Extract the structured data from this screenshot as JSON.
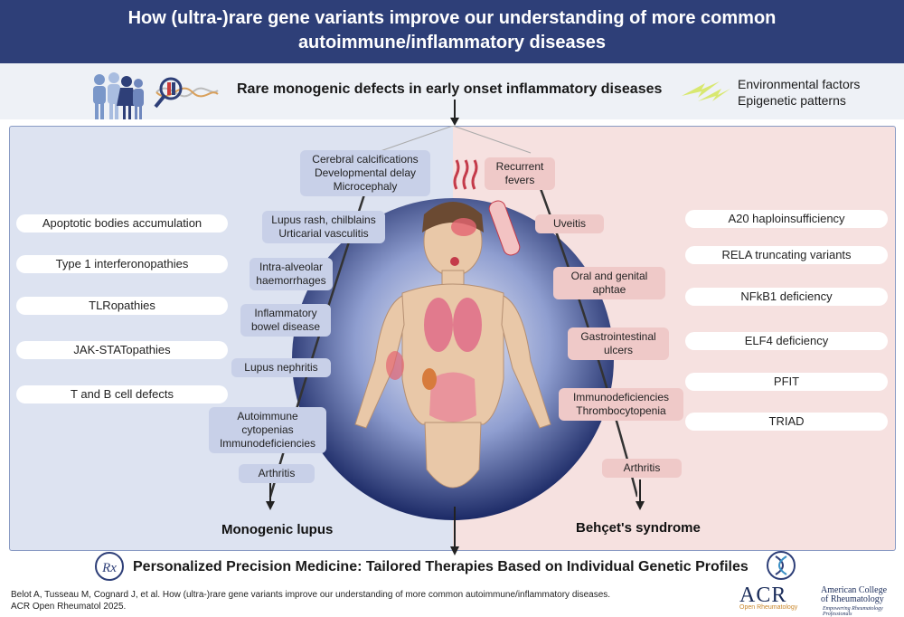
{
  "header": {
    "title_line1": "How (ultra-)rare gene variants improve our understanding of more common",
    "title_line2": "autoimmune/inflammatory diseases"
  },
  "top": {
    "title": "Rare monogenic defects in early onset inflammatory diseases",
    "env_line1": "Environmental factors",
    "env_line2": "Epigenetic patterns"
  },
  "left": {
    "mechanisms": [
      "Apoptotic bodies accumulation",
      "Type 1 interferonopathies",
      "TLRopathies",
      "JAK-STATopathies",
      "T and B cell defects"
    ],
    "manifestations": [
      [
        "Cerebral calcifications",
        "Developmental delay",
        "Microcephaly"
      ],
      [
        "Lupus rash, chilblains",
        "Urticarial vasculitis"
      ],
      [
        "Intra-alveolar",
        "haemorrhages"
      ],
      [
        "Inflammatory",
        "bowel disease"
      ],
      [
        "Lupus nephritis"
      ],
      [
        "Autoimmune",
        "cytopenias",
        "Immunodeficiencies"
      ],
      [
        "Arthritis"
      ]
    ],
    "heading": "Monogenic lupus"
  },
  "right": {
    "genes": [
      "A20 haploinsufficiency",
      "RELA truncating variants",
      "NFkB1 deficiency",
      "ELF4 deficiency",
      "PFIT",
      "TRIAD"
    ],
    "manifestations": [
      [
        "Recurrent",
        "fevers"
      ],
      [
        "Uveitis"
      ],
      [
        "Oral and genital",
        "aphtae"
      ],
      [
        "Gastrointestinal",
        "ulcers"
      ],
      [
        "Immunodeficiencies",
        "Thrombocytopenia"
      ],
      [
        "Arthritis"
      ]
    ],
    "heading": "Behçet's syndrome"
  },
  "footer": {
    "rx_symbol": "Rx",
    "personalized": "Personalized Precision Medicine: Tailored Therapies Based on Individual Genetic Profiles",
    "citation_line1": "Belot A, Tusseau M, Cognard J, et al. How (ultra-)rare gene variants improve our understanding of more common autoimmune/inflammatory diseases.",
    "citation_line2": "ACR Open Rheumatol 2025.",
    "logo_acr": "ACR",
    "logo_acr_sub": "Open Rheumatology",
    "logo_college_line1": "American College",
    "logo_college_line2": "of Rheumatology",
    "logo_college_tagline": "Empowering Rheumatology Professionals"
  },
  "colors": {
    "header_bg": "#2e3f78",
    "left_panel": "#dde3f1",
    "right_panel": "#f6e1e0",
    "left_label": "#c8d0e8",
    "right_label": "#efc9c8"
  },
  "icons": [
    "people-group-icon",
    "magnifier-dna-icon",
    "lightning-icon",
    "rx-icon",
    "dna-icon",
    "human-body-illustration"
  ]
}
